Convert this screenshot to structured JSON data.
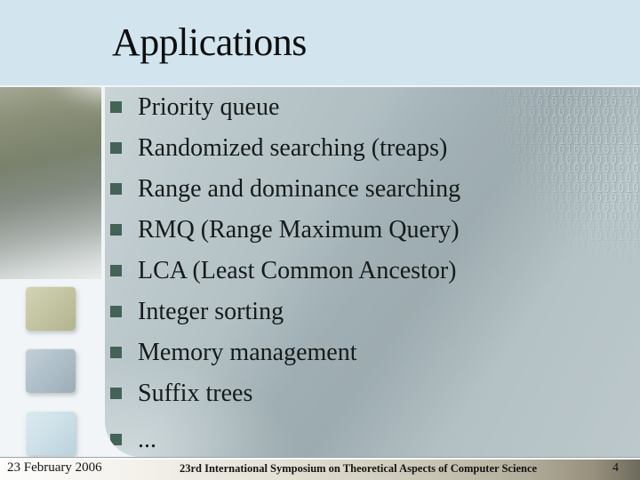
{
  "slide": {
    "title": "Applications",
    "bullets": [
      "Priority queue",
      "Randomized searching (treaps)",
      "Range and dominance searching",
      "RMQ (Range Maximum Query)",
      "LCA (Least Common Ancestor)",
      "Integer sorting",
      "Memory management",
      "Suffix trees",
      "..."
    ],
    "footer": {
      "date": "23 February 2006",
      "conference": "23rd International Symposium on Theoretical Aspects of Computer Science",
      "page_number": "4"
    },
    "colors": {
      "top_band": "#d2e5ee",
      "panel": "#b2c0c4",
      "bullet_square": "#436357",
      "body_text": "#151b1a",
      "square_olive": "#c3c4a2",
      "square_grayblue": "#aebfc9",
      "square_paleblue": "#cde0e8",
      "footer_right_tan": "#968f7c"
    },
    "decor": {
      "binary_unit_a": "01",
      "binary_unit_b": "10",
      "binary_rows": 20,
      "binary_cols": 14
    }
  }
}
